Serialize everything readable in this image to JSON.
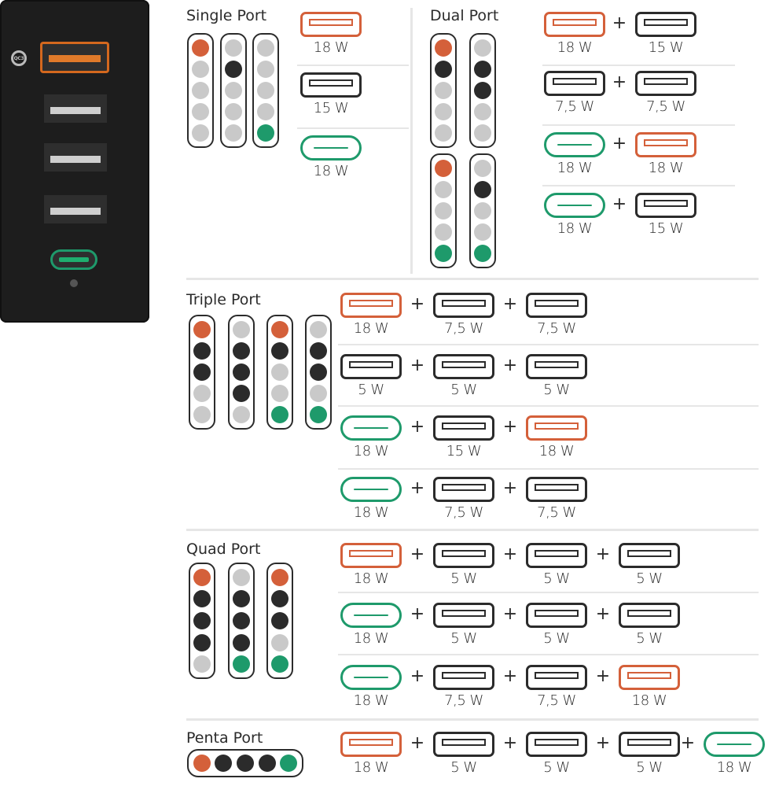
{
  "colors": {
    "orange": "#d4603a",
    "green": "#1e9a6b",
    "black": "#2b2b2b",
    "gray": "#c9c9c9"
  },
  "led_colors": {
    "o": "#d4603a",
    "b": "#2b2b2b",
    "g": "#c9c9c9",
    "n": "#1e9a6b"
  },
  "charger": {
    "qc_badge": "QC3"
  },
  "sections": [
    {
      "title": "Single Port",
      "leds": [
        [
          "o",
          "g",
          "g",
          "g",
          "g"
        ],
        [
          "g",
          "b",
          "g",
          "g",
          "g"
        ],
        [
          "g",
          "g",
          "g",
          "g",
          "n"
        ]
      ],
      "combos": [
        [
          {
            "type": "usb-a",
            "color": "orange",
            "watt": "18 W"
          }
        ],
        [
          {
            "type": "usb-a",
            "color": "black",
            "watt": "15 W"
          }
        ],
        [
          {
            "type": "usb-c",
            "color": "green",
            "watt": "18 W"
          }
        ]
      ]
    },
    {
      "title": "Dual Port",
      "leds": [
        [
          "o",
          "b",
          "g",
          "g",
          "g"
        ],
        [
          "g",
          "b",
          "b",
          "g",
          "g"
        ],
        [
          "o",
          "g",
          "g",
          "g",
          "n"
        ],
        [
          "g",
          "b",
          "g",
          "g",
          "n"
        ]
      ],
      "combos": [
        [
          {
            "type": "usb-a",
            "color": "orange",
            "watt": "18 W"
          },
          {
            "type": "usb-a",
            "color": "black",
            "watt": "15 W"
          }
        ],
        [
          {
            "type": "usb-a",
            "color": "black",
            "watt": "7,5 W"
          },
          {
            "type": "usb-a",
            "color": "black",
            "watt": "7,5 W"
          }
        ],
        [
          {
            "type": "usb-c",
            "color": "green",
            "watt": "18 W"
          },
          {
            "type": "usb-a",
            "color": "orange",
            "watt": "18 W"
          }
        ],
        [
          {
            "type": "usb-c",
            "color": "green",
            "watt": "18 W"
          },
          {
            "type": "usb-a",
            "color": "black",
            "watt": "15 W"
          }
        ]
      ]
    },
    {
      "title": "Triple Port",
      "leds": [
        [
          "o",
          "b",
          "b",
          "g",
          "g"
        ],
        [
          "g",
          "b",
          "b",
          "b",
          "g"
        ],
        [
          "o",
          "b",
          "g",
          "g",
          "n"
        ],
        [
          "g",
          "b",
          "b",
          "g",
          "n"
        ]
      ],
      "combos": [
        [
          {
            "type": "usb-a",
            "color": "orange",
            "watt": "18 W"
          },
          {
            "type": "usb-a",
            "color": "black",
            "watt": "7,5 W"
          },
          {
            "type": "usb-a",
            "color": "black",
            "watt": "7,5 W"
          }
        ],
        [
          {
            "type": "usb-a",
            "color": "black",
            "watt": "5 W"
          },
          {
            "type": "usb-a",
            "color": "black",
            "watt": "5 W"
          },
          {
            "type": "usb-a",
            "color": "black",
            "watt": "5 W"
          }
        ],
        [
          {
            "type": "usb-c",
            "color": "green",
            "watt": "18 W"
          },
          {
            "type": "usb-a",
            "color": "black",
            "watt": "15 W"
          },
          {
            "type": "usb-a",
            "color": "orange",
            "watt": "18 W"
          }
        ],
        [
          {
            "type": "usb-c",
            "color": "green",
            "watt": "18 W"
          },
          {
            "type": "usb-a",
            "color": "black",
            "watt": "7,5 W"
          },
          {
            "type": "usb-a",
            "color": "black",
            "watt": "7,5 W"
          }
        ]
      ]
    },
    {
      "title": "Quad Port",
      "leds": [
        [
          "o",
          "b",
          "b",
          "b",
          "g"
        ],
        [
          "g",
          "b",
          "b",
          "b",
          "n"
        ],
        [
          "o",
          "b",
          "b",
          "g",
          "n"
        ]
      ],
      "combos": [
        [
          {
            "type": "usb-a",
            "color": "orange",
            "watt": "18 W"
          },
          {
            "type": "usb-a",
            "color": "black",
            "watt": "5 W"
          },
          {
            "type": "usb-a",
            "color": "black",
            "watt": "5 W"
          },
          {
            "type": "usb-a",
            "color": "black",
            "watt": "5 W"
          }
        ],
        [
          {
            "type": "usb-c",
            "color": "green",
            "watt": "18 W"
          },
          {
            "type": "usb-a",
            "color": "black",
            "watt": "5 W"
          },
          {
            "type": "usb-a",
            "color": "black",
            "watt": "5 W"
          },
          {
            "type": "usb-a",
            "color": "black",
            "watt": "5 W"
          }
        ],
        [
          {
            "type": "usb-c",
            "color": "green",
            "watt": "18 W"
          },
          {
            "type": "usb-a",
            "color": "black",
            "watt": "7,5 W"
          },
          {
            "type": "usb-a",
            "color": "black",
            "watt": "7,5 W"
          },
          {
            "type": "usb-a",
            "color": "orange",
            "watt": "18 W"
          }
        ]
      ]
    },
    {
      "title": "Penta Port",
      "leds": [
        [
          "o",
          "b",
          "b",
          "b",
          "n"
        ]
      ],
      "combos": [
        [
          {
            "type": "usb-a",
            "color": "orange",
            "watt": "18 W"
          },
          {
            "type": "usb-a",
            "color": "black",
            "watt": "5 W"
          },
          {
            "type": "usb-a",
            "color": "black",
            "watt": "5 W"
          },
          {
            "type": "usb-a",
            "color": "black",
            "watt": "5 W"
          },
          {
            "type": "usb-c",
            "color": "green",
            "watt": "18 W"
          }
        ]
      ]
    }
  ],
  "plus_sign": "+"
}
